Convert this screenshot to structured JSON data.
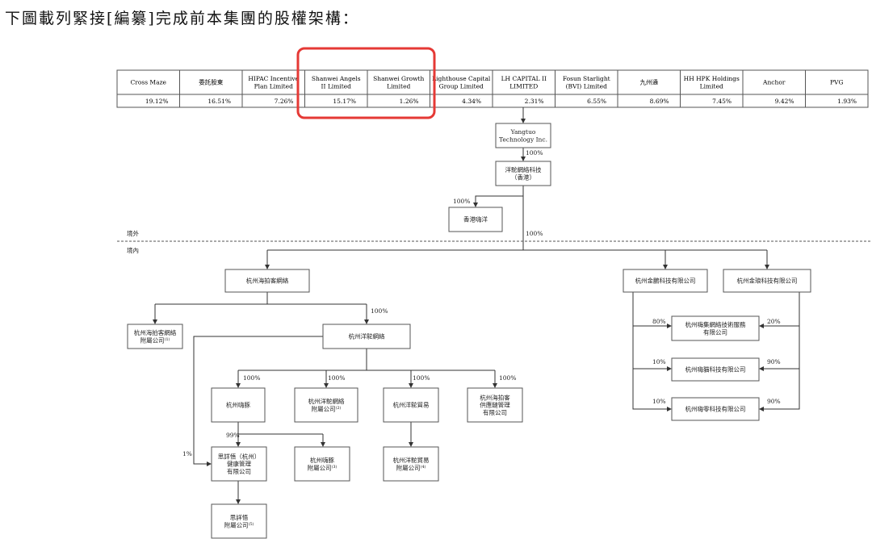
{
  "title": "下圖載列緊接[編纂]完成前本集團的股權架構：",
  "region_labels": {
    "offshore": "境外",
    "onshore": "境內"
  },
  "shareholders": [
    {
      "name": "Cross Maze",
      "pct": "19.12%"
    },
    {
      "name": "委託股東",
      "pct": "16.51%"
    },
    {
      "name": "HIPAC Incentive\nPlan Limited",
      "pct": "7.26%"
    },
    {
      "name": "Shanwei Angels\nII Limited",
      "pct": "15.17%"
    },
    {
      "name": "Shanwei Growth\nLimited",
      "pct": "1.26%"
    },
    {
      "name": "Lighthouse Capital\nGroup Limited",
      "pct": "4.34%"
    },
    {
      "name": "LH CAPITAL II\nLIMITED",
      "pct": "2.31%"
    },
    {
      "name": "Fosun Starlight\n(BVI) Limited",
      "pct": "6.55%"
    },
    {
      "name": "九州通",
      "pct": "8.69%"
    },
    {
      "name": "HH HPK Holdings\nLimited",
      "pct": "7.45%"
    },
    {
      "name": "Anchor",
      "pct": "9.42%"
    },
    {
      "name": "PVG",
      "pct": "1.93%"
    }
  ],
  "entities": {
    "yangtuo": "Yangtuo\nTechnology Inc.",
    "yangtuo_hk": "洋駝網絡科技\n（香港）",
    "hk_haiyang": "香港嗨洋",
    "hz_haipaike": "杭州海拍客網絡",
    "hz_jinpeng": "杭州金鵬科技有限公司",
    "hz_jinlang": "杭州金琅科技有限公司",
    "hz_haipaike_sub": "杭州海拍客網絡\n附屬公司⁽¹⁾",
    "hz_yangtuo": "杭州洋駝網絡",
    "hz_jixiang": "杭州嗨集網絡技術服務\n有限公司",
    "hz_haimao": "杭州嗨貓科技有限公司",
    "hz_hailing": "杭州嗨零科技有限公司",
    "hz_haitun": "杭州嗨豚",
    "hz_yangtuo_sub": "杭州洋駝網絡\n附屬公司⁽²⁾",
    "hz_trade": "杭州洋駝貿易",
    "hz_supply": "杭州海拍客\n供應鏈管理\n有限公司",
    "siyang_health": "思詳悟（杭州）\n健康管理\n有限公司",
    "hz_haitun_sub": "杭州嗨豚\n附屬公司⁽³⁾",
    "hz_trade_sub": "杭州洋駝貿易\n附屬公司⁽⁴⁾",
    "siyang_sub": "思詳悟\n附屬公司⁽⁵⁾"
  },
  "percentages": {
    "yangtuo_to_hk": "100%",
    "hk_to_haiyang": "100%",
    "hk_to_onshore": "100%",
    "haipaike_to_yangtuo": "100%",
    "yangtuo_to_haitun": "100%",
    "yangtuo_to_sub": "100%",
    "yangtuo_to_trade": "100%",
    "yangtuo_to_supply": "100%",
    "haitun_to_siyang": "99%",
    "yangtuo_to_siyang": "1%",
    "jinpeng_to_jixiang": "80%",
    "jinlang_to_jixiang": "20%",
    "jinpeng_to_haimao": "10%",
    "jinlang_to_haimao": "90%",
    "jinpeng_to_hailing": "10%",
    "jinlang_to_hailing": "90%"
  },
  "colors": {
    "highlight": "#e53935",
    "line": "#333333",
    "box_border": "#555555"
  }
}
